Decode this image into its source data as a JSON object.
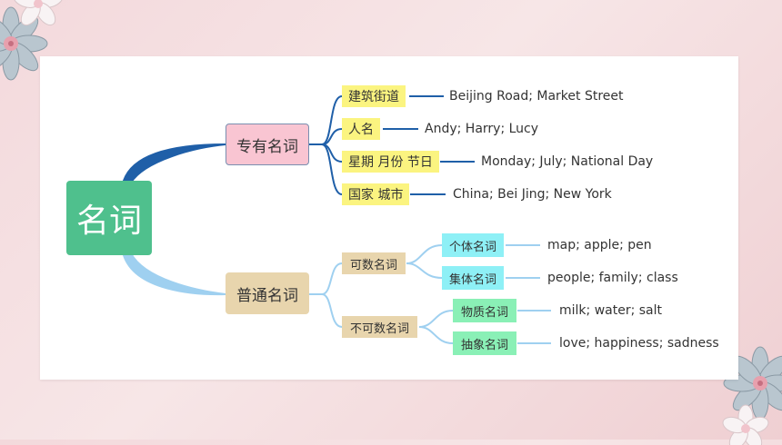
{
  "mindmap": {
    "root": "名词",
    "proper": {
      "label": "专有名词",
      "items": [
        {
          "label": "建筑街道",
          "example": "Beijing Road; Market Street"
        },
        {
          "label": "人名",
          "example": "Andy; Harry; Lucy"
        },
        {
          "label": "星期 月份 节日",
          "example": "Monday; July; National Day"
        },
        {
          "label": "国家 城市",
          "example": "China; Bei Jing; New York"
        }
      ]
    },
    "common": {
      "label": "普通名词",
      "countable": {
        "label": "可数名词",
        "items": [
          {
            "label": "个体名词",
            "example": "map; apple; pen"
          },
          {
            "label": "集体名词",
            "example": "people; family; class"
          }
        ]
      },
      "uncountable": {
        "label": "不可数名词",
        "items": [
          {
            "label": "物质名词",
            "example": "milk; water; salt"
          },
          {
            "label": "抽象名词",
            "example": "love; happiness; sadness"
          }
        ]
      }
    }
  },
  "colors": {
    "proper_branch": "#1f5fa8",
    "common_branch": "#9fd0f0",
    "root_fill": "#4fc08d",
    "proper_fill": "#f9c5d2",
    "common_fill": "#e8d5ad",
    "proper_sub_fill": "#fbf480",
    "countable_fill": "#8ef0f6",
    "uncountable_fill": "#8af0b6"
  }
}
